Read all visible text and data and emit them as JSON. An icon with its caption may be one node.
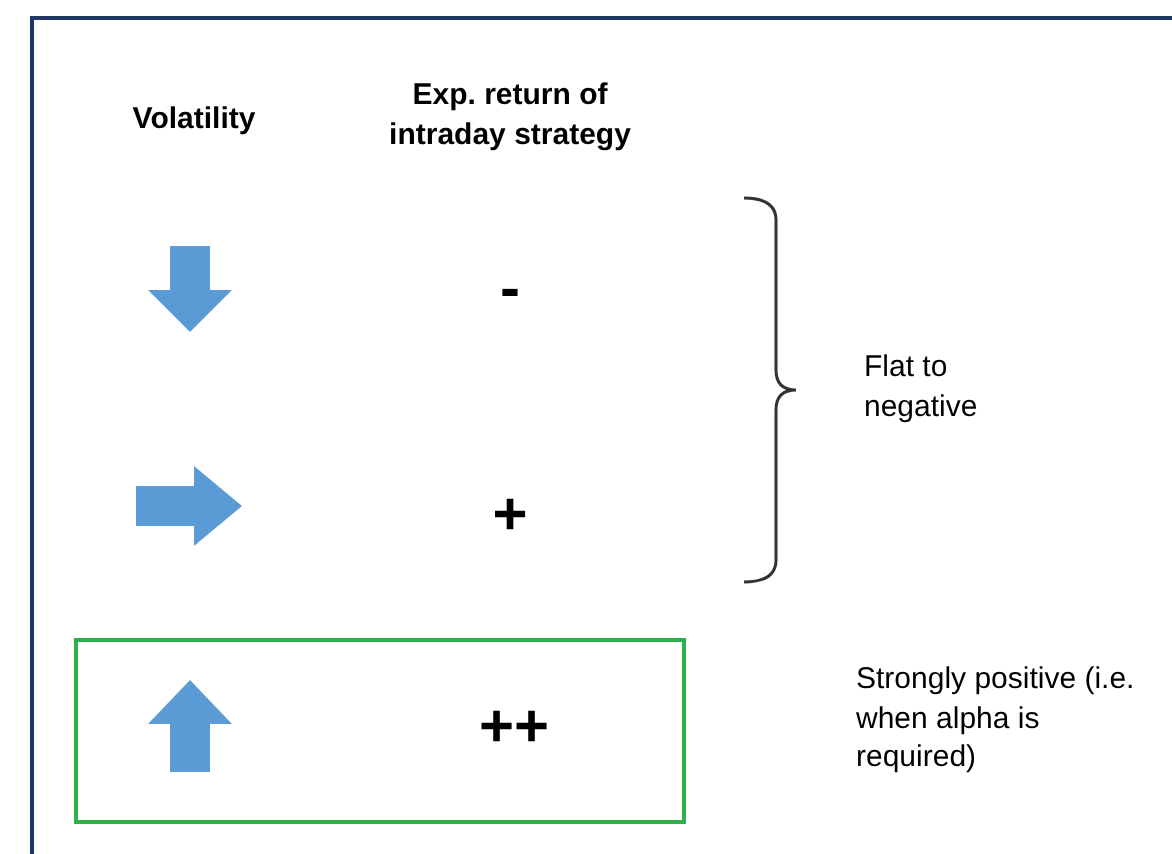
{
  "diagram": {
    "nodes": [
      {
        "text": [
          "++"
        ]
      }
    ],
    "edges": [],
    "labels": [
      "Volatility",
      "Exp. return of intraday strategy",
      "-",
      "+",
      "Flat to negative",
      "Strongly positive (i.e. when alpha is required)"
    ]
  }
}
